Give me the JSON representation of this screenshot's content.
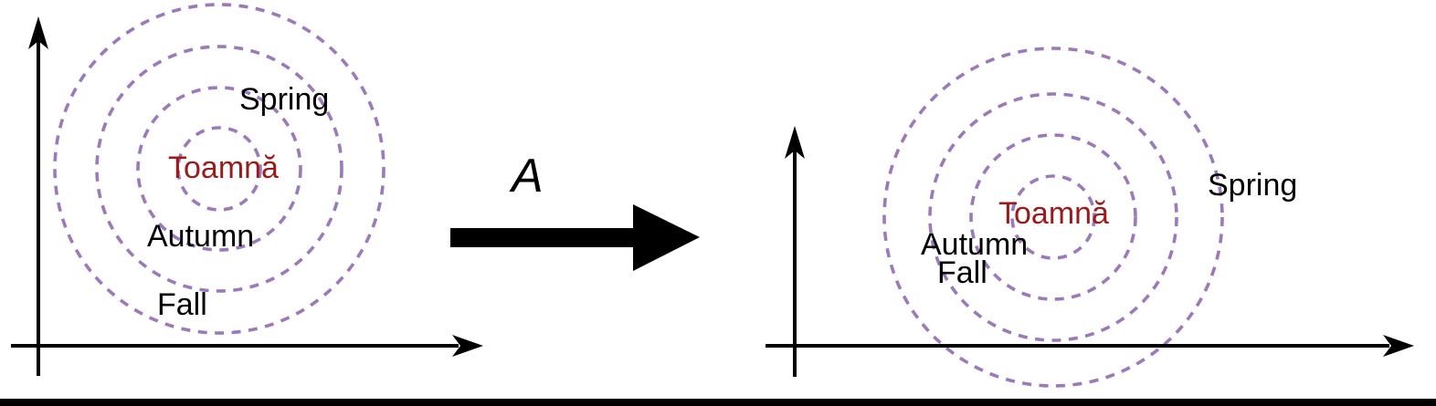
{
  "colors": {
    "dash_purple": "#9C79BC",
    "toamna_red": "#9B1B1B",
    "ink_black": "#000000"
  },
  "left_plot": {
    "spring": "Spring",
    "toamna": "Toamnă",
    "autumn": "Autumn",
    "fall": "Fall"
  },
  "mapping": {
    "label": "A"
  },
  "right_plot": {
    "spring": "Spring",
    "toamna": "Toamnă",
    "autumn": "Autumn",
    "fall": "Fall"
  }
}
